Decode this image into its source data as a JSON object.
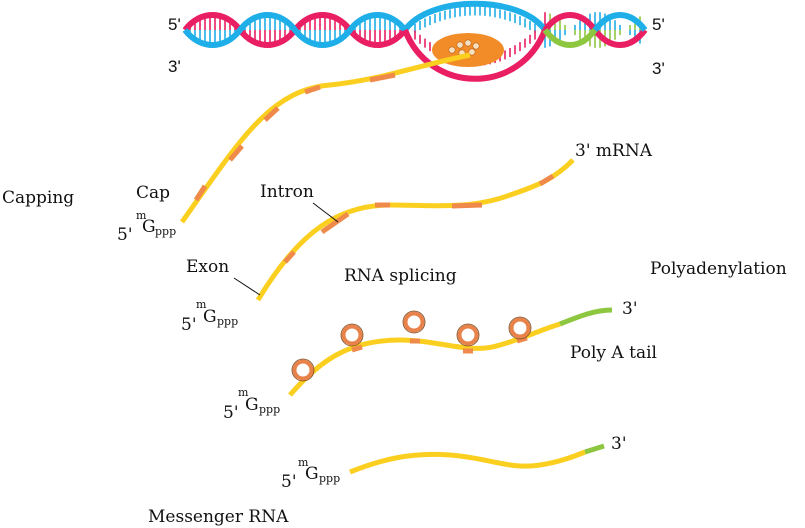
{
  "dna": {
    "left_top": "5'",
    "left_bottom": "3'",
    "right_top": "5'",
    "right_bottom": "3'",
    "colors": {
      "strand_a": "#e91e63",
      "strand_b": "#1eaee8",
      "gene": "#8dc63f",
      "polymerase": "#f28c28"
    }
  },
  "labels": {
    "capping": "Capping",
    "cap": "Cap",
    "intron": "Intron",
    "exon": "Exon",
    "rna_splicing": "RNA splicing",
    "polyadenylation": "Polyadenylation",
    "mrna_end": "3'  mRNA",
    "poly_a_tail": "Poly A tail",
    "messenger_rna": "Messenger RNA",
    "three_prime": "3'"
  },
  "cap_group": {
    "five_prime": "5'",
    "m": "m",
    "g": "G",
    "ppp": "ppp"
  },
  "colors": {
    "exon": "#fbcf1f",
    "intron": "#ef8a4a",
    "tail": "#8dc63f",
    "ring": "#e8824a"
  }
}
